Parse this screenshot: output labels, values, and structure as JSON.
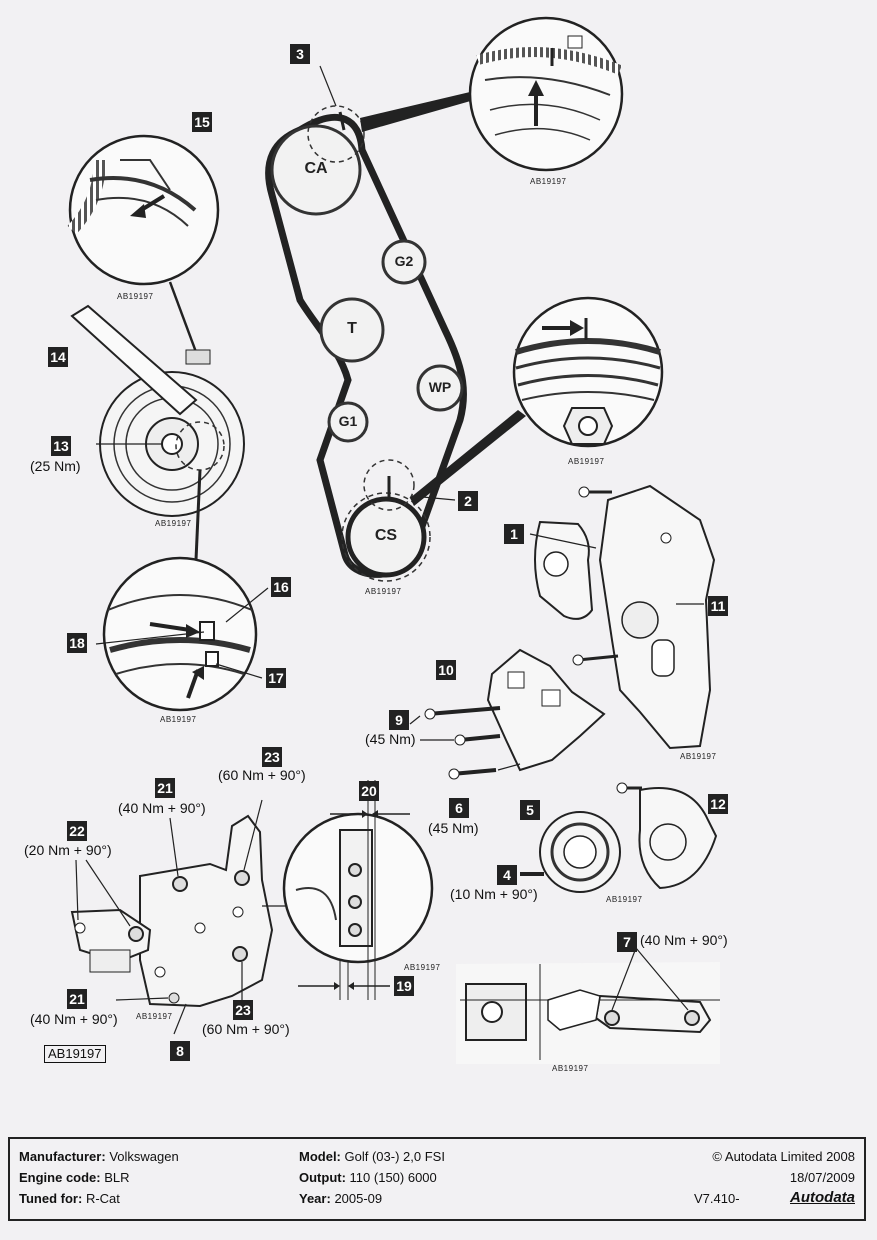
{
  "callouts": {
    "c1": "1",
    "c2": "2",
    "c3": "3",
    "c4": "4",
    "c5": "5",
    "c6": "6",
    "c7": "7",
    "c8": "8",
    "c9": "9",
    "c10": "10",
    "c11": "11",
    "c12": "12",
    "c13": "13",
    "c14": "14",
    "c15": "15",
    "c16": "16",
    "c17": "17",
    "c18": "18",
    "c19": "19",
    "c20": "20",
    "c21a": "21",
    "c21b": "21",
    "c22": "22",
    "c23a": "23",
    "c23b": "23"
  },
  "pulleys": {
    "ca": "CA",
    "g2": "G2",
    "t": "T",
    "wp": "WP",
    "g1": "G1",
    "cs": "CS"
  },
  "torques": {
    "t13": "(25 Nm)",
    "t9": "(45 Nm)",
    "t6": "(45 Nm)",
    "t4": "(10 Nm + 90°)",
    "t7": "(40 Nm + 90°)",
    "t21a": "(40 Nm + 90°)",
    "t21b": "(40 Nm + 90°)",
    "t22": "(20 Nm + 90°)",
    "t23a": "(60 Nm + 90°)",
    "t23b": "(60 Nm + 90°)"
  },
  "ref_code": "AB19197",
  "footer": {
    "manufacturer_label": "Manufacturer:",
    "manufacturer_value": "Volkswagen",
    "engine_label": "Engine code:",
    "engine_value": "BLR",
    "tuned_label": "Tuned for:",
    "tuned_value": "R-Cat",
    "model_label": "Model:",
    "model_value": "Golf (03-) 2,0 FSI",
    "output_label": "Output:",
    "output_value": "110 (150) 6000",
    "year_label": "Year:",
    "year_value": "2005-09",
    "copyright": "© Autodata Limited 2008",
    "date": "18/07/2009",
    "version": "V7.410-",
    "logo": "Autodata"
  }
}
